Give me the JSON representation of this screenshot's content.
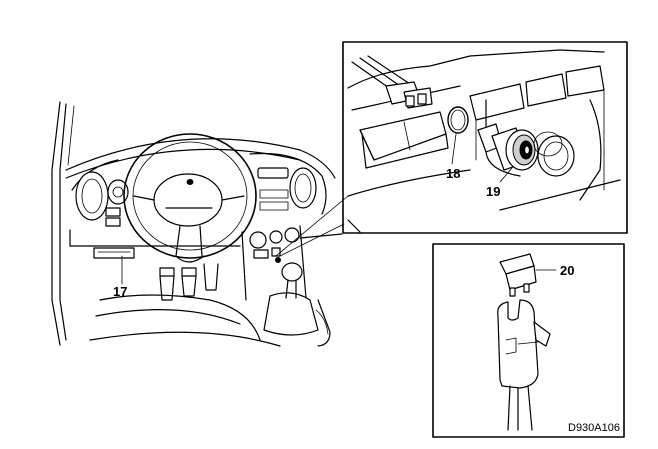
{
  "figure": {
    "labels": {
      "dashboard_outlet": "17",
      "rubber_ring": "18",
      "socket": "19",
      "fuse": "20"
    },
    "reference_code": "D930A106"
  }
}
